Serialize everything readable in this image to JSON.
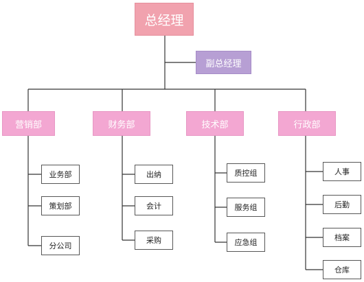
{
  "org": {
    "top": "总经理",
    "deputy": "副总经理",
    "departments": [
      {
        "name": "营销部",
        "units": [
          "业务部",
          "策划部",
          "分公司"
        ]
      },
      {
        "name": "财务部",
        "units": [
          "出纳",
          "会计",
          "采购"
        ]
      },
      {
        "name": "技术部",
        "units": [
          "质控组",
          "服务组",
          "应急组"
        ]
      },
      {
        "name": "行政部",
        "units": [
          "人事",
          "后勤",
          "档案",
          "仓库"
        ]
      }
    ]
  },
  "colors": {
    "top": "#f1a2ae",
    "deputy": "#b79fd4",
    "department": "#f3a7d2",
    "unit_border": "#555555",
    "connector": "#333333"
  }
}
